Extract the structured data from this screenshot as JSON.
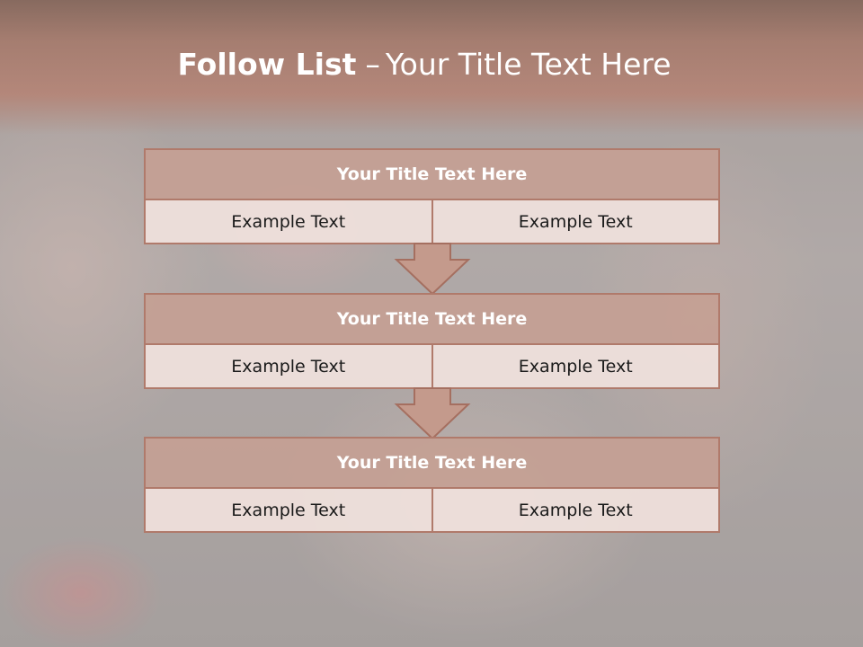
{
  "slide": {
    "title_bold": "Follow List",
    "title_dash": "–",
    "title_rest": "Your Title Text Here"
  },
  "blocks": [
    {
      "title": "Your Title Text Here",
      "left": "Example Text",
      "right": "Example Text"
    },
    {
      "title": "Your Title Text Here",
      "left": "Example Text",
      "right": "Example Text"
    },
    {
      "title": "Your Title Text Here",
      "left": "Example Text",
      "right": "Example Text"
    }
  ],
  "colors": {
    "banner": "#b4877a",
    "header_fill": "#c4a094",
    "border": "#b07a6b",
    "row_fill": "#eedfdb"
  },
  "icons": [
    "down-arrow-icon",
    "down-arrow-icon"
  ]
}
